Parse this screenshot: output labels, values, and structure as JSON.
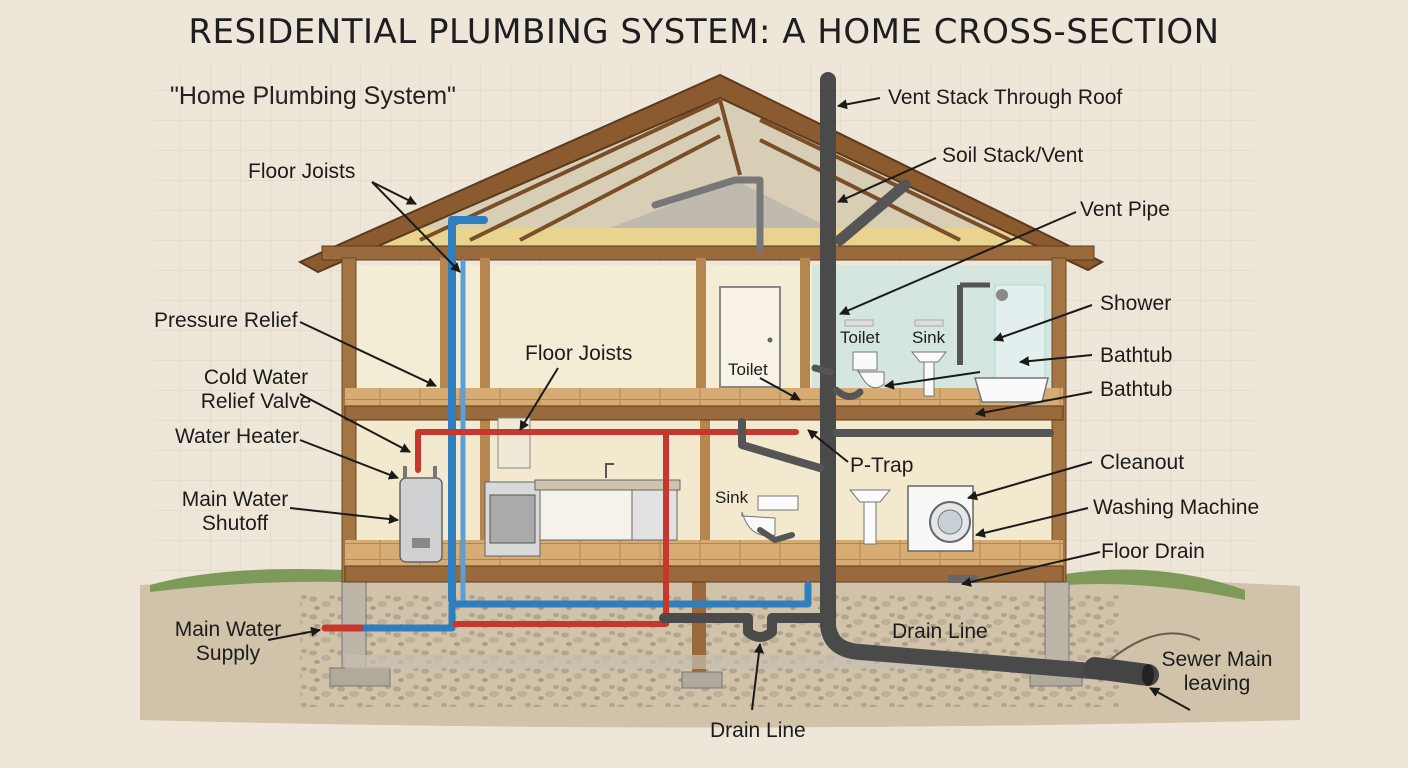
{
  "title": "RESIDENTIAL PLUMBING SYSTEM: A HOME CROSS-SECTION",
  "subtitle": "\"Home Plumbing System\"",
  "labels": {
    "floor_joists_attic": "Floor Joists",
    "pressure_relief": "Pressure Relief",
    "cold_water_relief_valve": [
      "Cold Water",
      "Relief Valve"
    ],
    "water_heater": "Water Heater",
    "main_water_shutoff": [
      "Main Water",
      "Shutoff"
    ],
    "main_water_supply": [
      "Main Water",
      "Supply"
    ],
    "floor_joists_mid": "Floor Joists",
    "toilet_upstairs_left": "Toilet",
    "toilet_bathroom": "Toilet",
    "sink_bathroom": "Sink",
    "sink_downstairs": "Sink",
    "drain_line_bottom": "Drain Line",
    "drain_line_right": "Drain Line",
    "vent_stack_through_roof": "Vent Stack Through Roof",
    "soil_stack_vent": "Soil Stack/Vent",
    "vent_pipe": "Vent Pipe",
    "shower": "Shower",
    "bathtub_upper": "Bathtub",
    "bathtub_lower": "Bathtub",
    "p_trap": "P-Trap",
    "cleanout": "Cleanout",
    "washing_machine": "Washing Machine",
    "floor_drain": "Floor Drain",
    "sewer_main_leaving": [
      "Sewer Main",
      "leaving"
    ]
  },
  "colors": {
    "hot_pipe": "#c7372e",
    "cold_pipe": "#2e7fc0",
    "drain_pipe": "#4d4d4d",
    "wood": "#9a6a3c",
    "wall": "#f4ecd4",
    "soil": "#cdbfa6"
  }
}
